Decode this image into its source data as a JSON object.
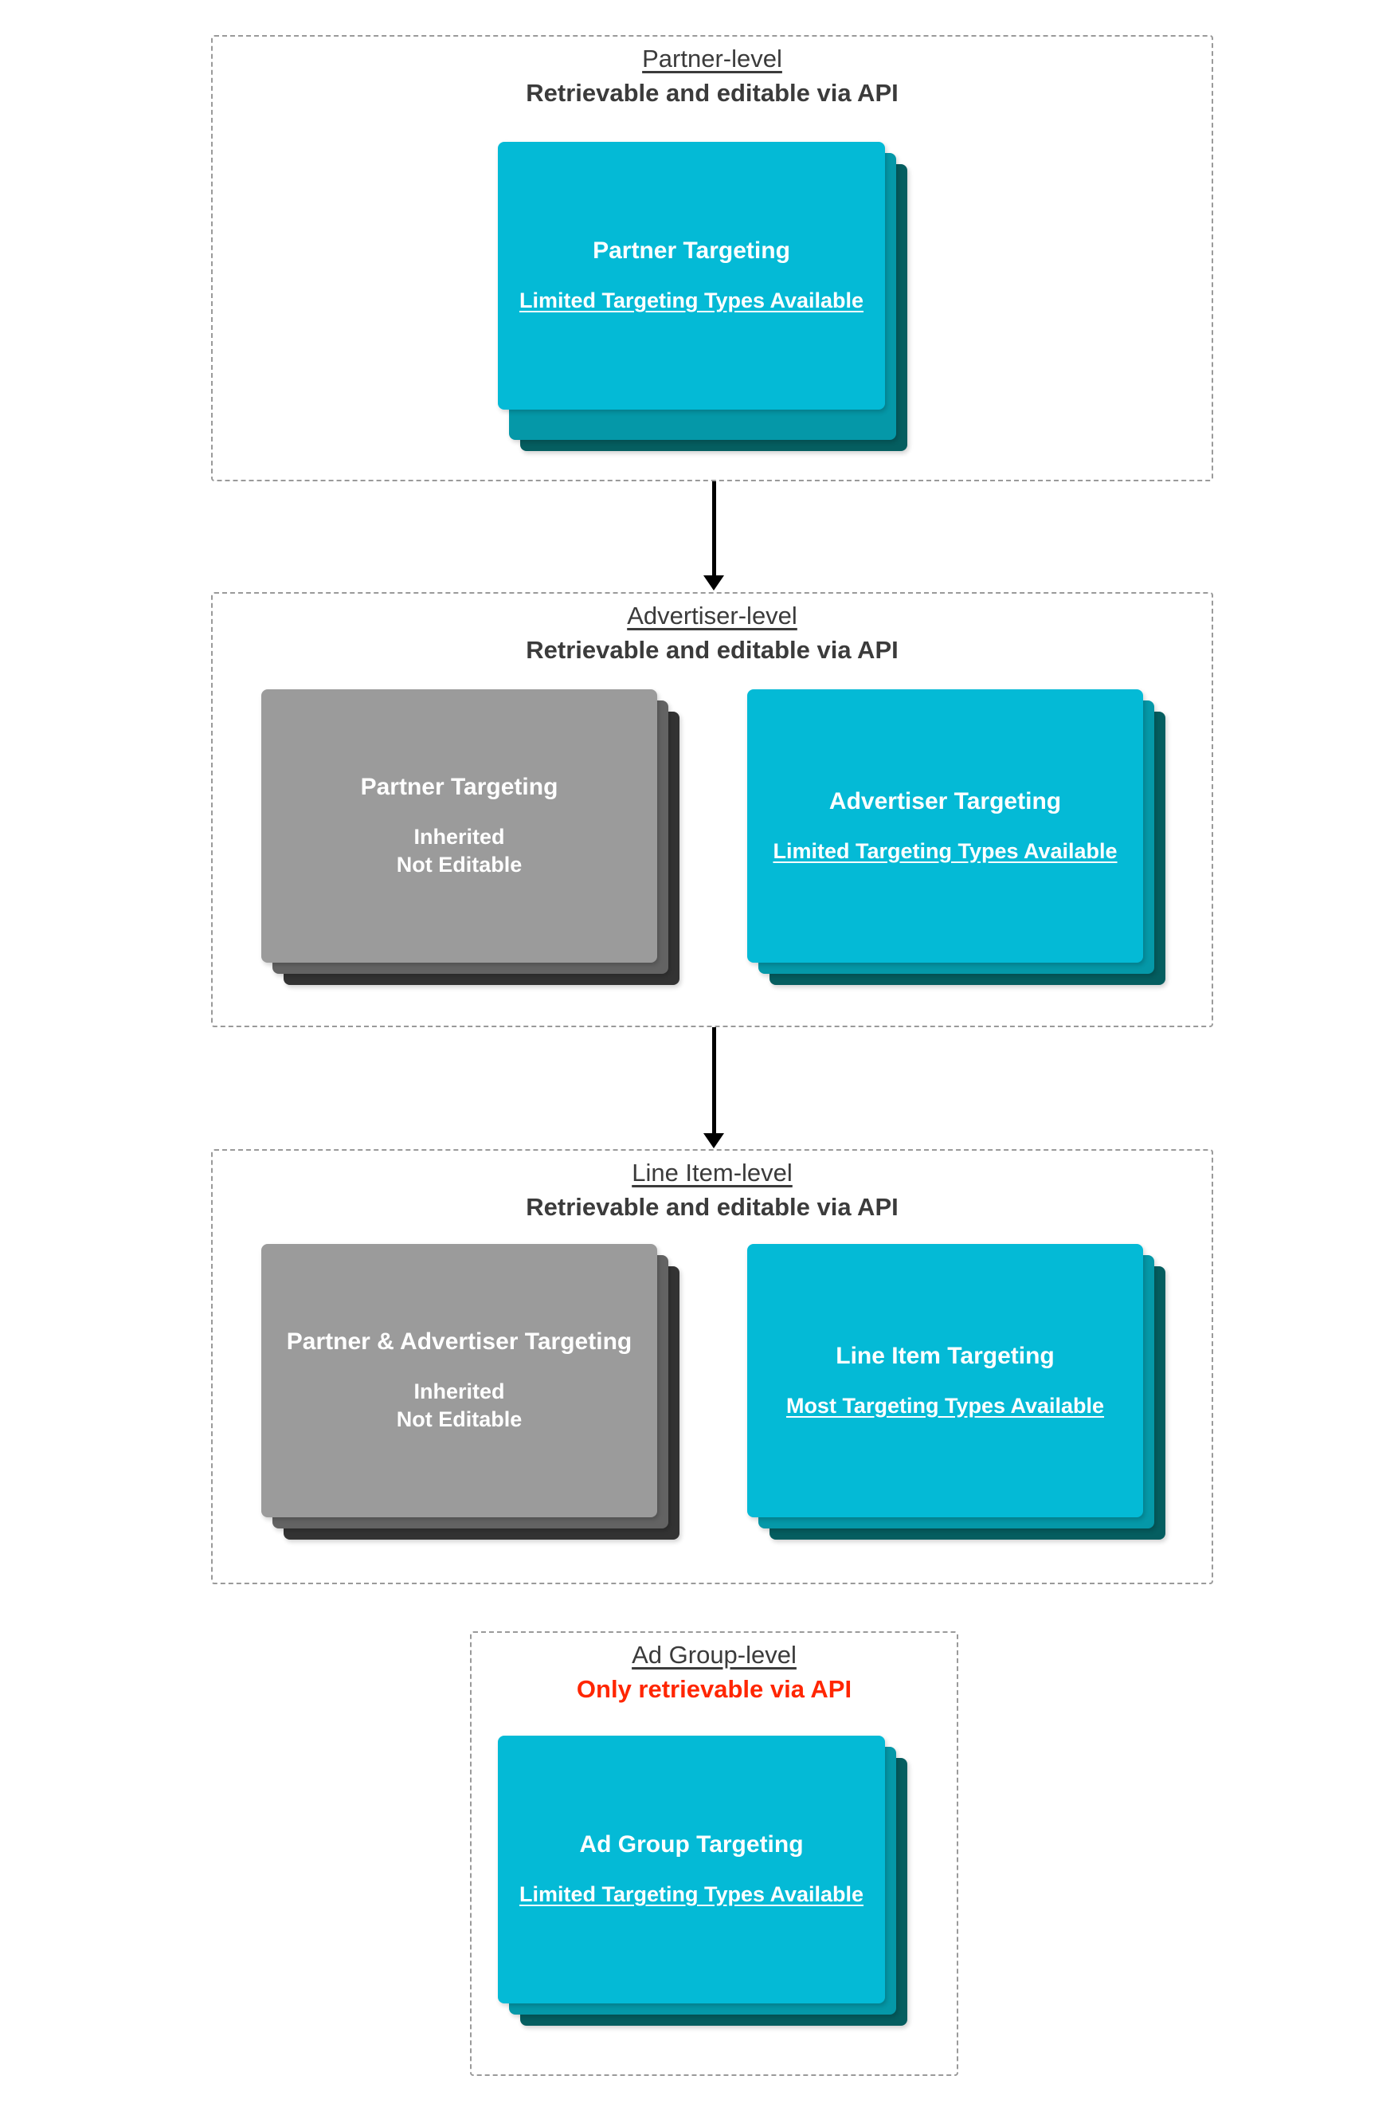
{
  "diagram": {
    "title_color": "#3b3b3b",
    "warn_color": "#ff2600",
    "accent_color": "#04bad6",
    "accent_mid_color": "#0598a8",
    "accent_dark_color": "#055e60",
    "muted_color": "#9b9b9b",
    "muted_mid_color": "#636363",
    "muted_dark_color": "#333333"
  },
  "levels": [
    {
      "id": "partner-level",
      "title": "Partner-level",
      "subtitle": "Retrievable and editable via API",
      "subtitle_warn": false,
      "cards": [
        {
          "id": "partner-targeting",
          "variant": "accent",
          "title": "Partner Targeting",
          "note": "Limited Targeting Types Available",
          "note_underlined": true
        }
      ]
    },
    {
      "id": "advertiser-level",
      "title": "Advertiser-level",
      "subtitle": "Retrievable and editable via API",
      "subtitle_warn": false,
      "cards": [
        {
          "id": "partner-targeting-inherited",
          "variant": "muted",
          "title": "Partner Targeting",
          "note": "Inherited\nNot Editable",
          "note_underlined": false
        },
        {
          "id": "advertiser-targeting",
          "variant": "accent",
          "title": "Advertiser Targeting",
          "note": "Limited Targeting Types Available",
          "note_underlined": true
        }
      ]
    },
    {
      "id": "line-item-level",
      "title": "Line Item-level",
      "subtitle": "Retrievable and editable via API",
      "subtitle_warn": false,
      "cards": [
        {
          "id": "partner-advertiser-targeting-inherited",
          "variant": "muted",
          "title": "Partner & Advertiser Targeting",
          "note": "Inherited\nNot Editable",
          "note_underlined": false
        },
        {
          "id": "line-item-targeting",
          "variant": "accent",
          "title": "Line Item Targeting",
          "note": "Most Targeting Types Available",
          "note_underlined": true
        }
      ]
    },
    {
      "id": "ad-group-level",
      "title": "Ad Group-level",
      "subtitle": "Only retrievable via API",
      "subtitle_warn": true,
      "cards": [
        {
          "id": "ad-group-targeting",
          "variant": "accent",
          "title": "Ad Group Targeting",
          "note": "Limited Targeting Types Available",
          "note_underlined": true
        }
      ]
    }
  ]
}
